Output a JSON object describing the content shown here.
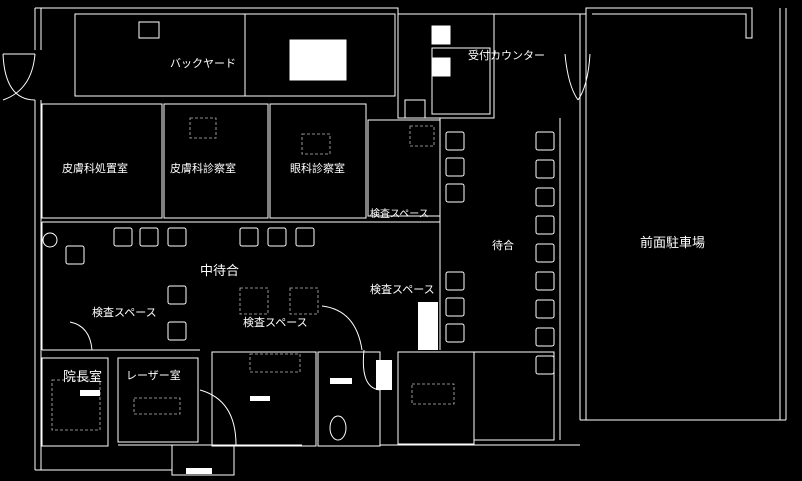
{
  "rooms": {
    "backyard": "バックヤード",
    "reception": "受付カウンター",
    "derm_treatment": "皮膚科処置室",
    "derm_exam": "皮膚科診察室",
    "eye_exam": "眼科診察室",
    "exam_space_top": "検査スペース",
    "waiting": "待合",
    "front_parking": "前面駐車場",
    "inner_waiting": "中待合",
    "exam_space_right": "検査スペース",
    "exam_space_left": "検査スペース",
    "exam_space_center": "検査スペース",
    "director_room": "院長室",
    "laser_room": "レーザー室"
  },
  "colors": {
    "background": "#000000",
    "wall": "#ffffff",
    "dashed": "#bbbbbb"
  }
}
